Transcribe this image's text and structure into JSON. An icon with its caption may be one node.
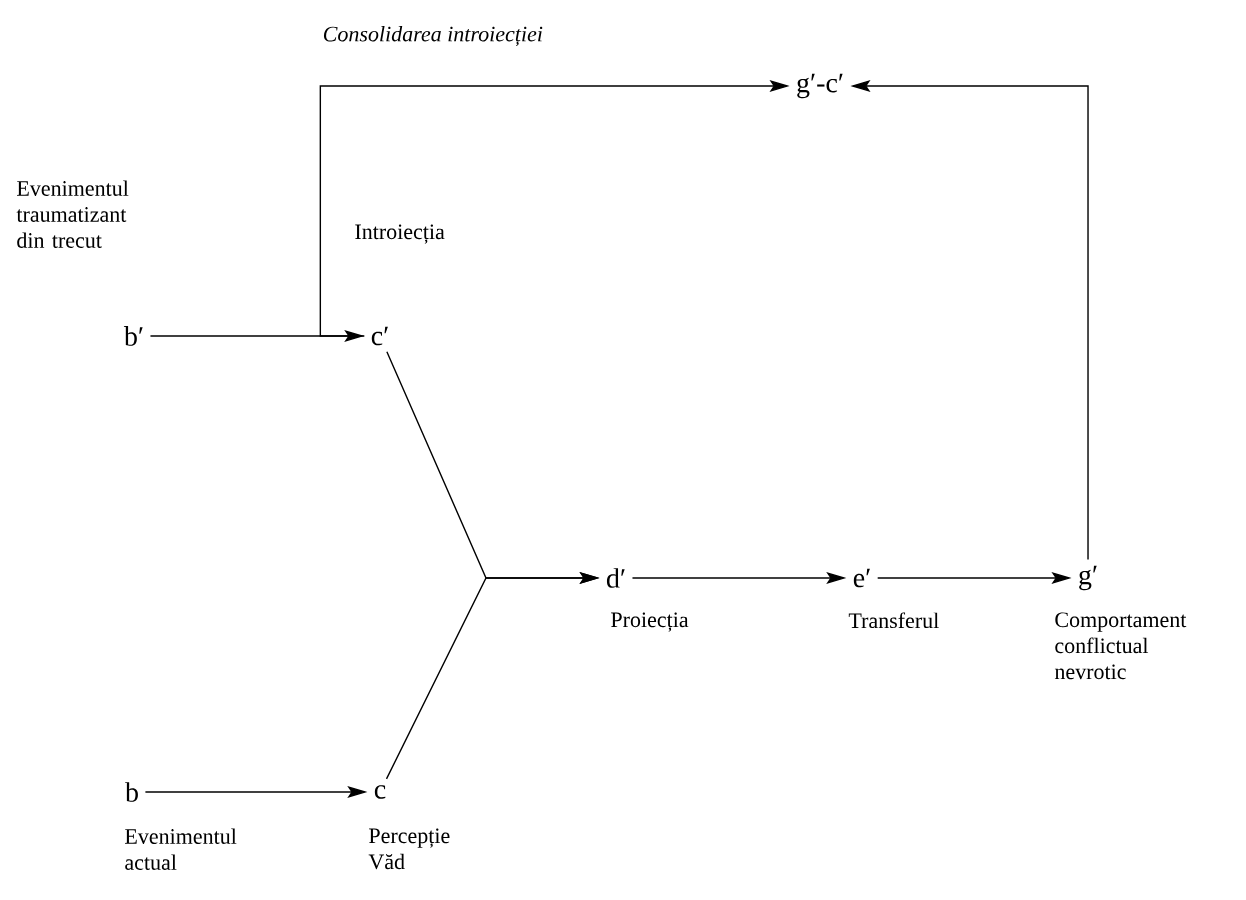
{
  "diagram": {
    "nodes": [
      {
        "text": [
          "g′-c′"
        ]
      },
      {
        "text": [
          "b′"
        ],
        "beside": [
          "Evenimentul traumatizant din trecut"
        ]
      },
      {
        "text": [
          "c′"
        ],
        "beside": [
          "Introiecția"
        ]
      },
      {
        "text": [
          "d′"
        ],
        "beside": [
          "Proiecția"
        ]
      },
      {
        "text": [
          "e′"
        ],
        "beside": [
          "Transferul"
        ]
      },
      {
        "text": [
          "g′"
        ],
        "beside": [
          "Comportament conflictual nevrotic"
        ]
      },
      {
        "text": [
          "b"
        ],
        "beside": [
          "Evenimentul actual"
        ]
      },
      {
        "text": [
          "c"
        ],
        "beside": [
          "Percepție Văd"
        ]
      }
    ],
    "edges": [
      {
        "from": 1,
        "to": 2,
        "arrow": "to"
      },
      {
        "from": 2,
        "to": 3,
        "arrow": "to"
      },
      {
        "from": 7,
        "to": 3,
        "arrow": "to"
      },
      {
        "from": 3,
        "to": 4,
        "arrow": "to"
      },
      {
        "from": 4,
        "to": 5,
        "arrow": "to"
      },
      {
        "from": 6,
        "to": 7,
        "arrow": "to"
      },
      {
        "from": 2,
        "to": 0,
        "arrow": "to",
        "label": "Consolidarea introiecției"
      },
      {
        "from": 5,
        "to": 0,
        "arrow": "to"
      }
    ]
  }
}
